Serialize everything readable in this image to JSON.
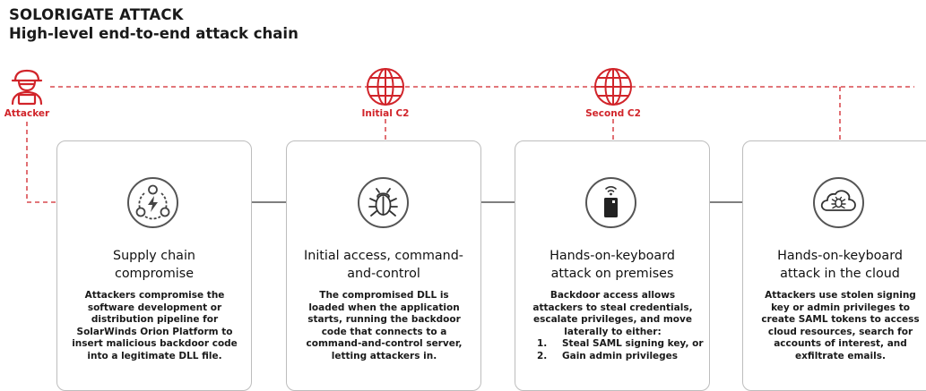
{
  "header": {
    "title": "SOLORIGATE ATTACK",
    "subtitle": "High-level end-to-end attack chain"
  },
  "nodes": {
    "attacker": "Attacker",
    "initial_c2": "Initial C2",
    "second_c2": "Second C2"
  },
  "stages": [
    {
      "title_lines": [
        "Supply chain",
        "compromise"
      ],
      "desc_lines": [
        "Attackers compromise the",
        "software development or",
        "distribution pipeline for",
        "SolarWinds Orion Platform to",
        "insert malicious backdoor code",
        "into a legitimate DLL file."
      ]
    },
    {
      "title_lines": [
        "Initial access, command-",
        "and-control"
      ],
      "desc_lines": [
        "The compromised DLL is",
        "loaded when the application",
        "starts, running the backdoor",
        "code that connects to a",
        "command-and-control server,",
        "letting attackers in."
      ]
    },
    {
      "title_lines": [
        "Hands-on-keyboard",
        "attack on premises"
      ],
      "desc_lines": [
        "Backdoor access allows",
        "attackers to steal credentials,",
        "escalate privileges, and move",
        "laterally to either:"
      ],
      "list": [
        {
          "num": "1.",
          "text": "Steal SAML signing key, or"
        },
        {
          "num": "2.",
          "text": "Gain admin privileges"
        }
      ]
    },
    {
      "title_lines": [
        "Hands-on-keyboard",
        "attack in the cloud"
      ],
      "desc_lines": [
        "Attackers use stolen signing",
        "key or admin privileges to",
        "create SAML tokens to access",
        "cloud resources, search for",
        "accounts of interest, and",
        "exfiltrate emails."
      ]
    }
  ],
  "colors": {
    "accent_red": "#d1242a",
    "icon_gray": "#555555",
    "card_border": "#bdbdbd"
  },
  "icons": [
    "attacker-icon",
    "globe-icon",
    "supply-chain-icon",
    "bug-icon",
    "wifi-device-icon",
    "cloud-bug-icon"
  ]
}
